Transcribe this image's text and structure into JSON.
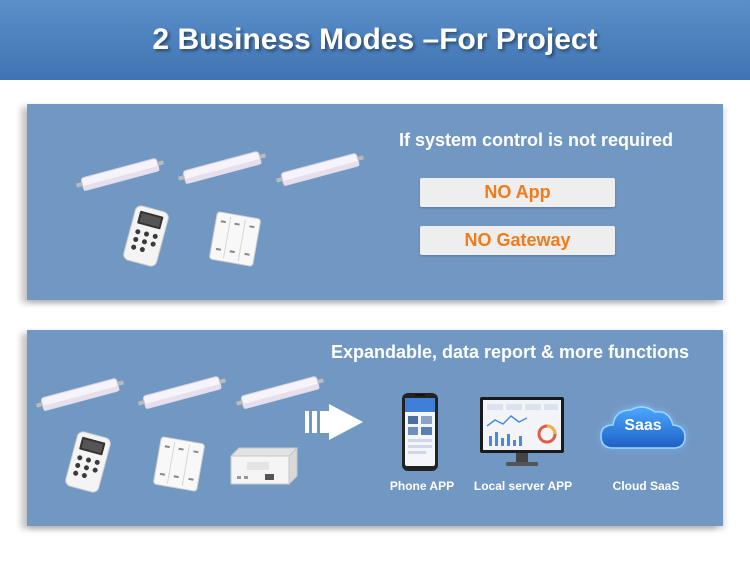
{
  "title": "2 Business Modes –For Project",
  "panel1": {
    "heading": "If system control is not required",
    "options": [
      "NO App",
      "NO Gateway"
    ]
  },
  "panel2": {
    "heading": "Expandable, data report & more functions",
    "captions": [
      "Phone APP",
      "Local server APP",
      "Cloud SaaS"
    ],
    "cloud_label": "Saas"
  },
  "colors": {
    "title_bar": "#4a80bf",
    "panel": "#7197c3",
    "option_text": "#f07b1a"
  }
}
